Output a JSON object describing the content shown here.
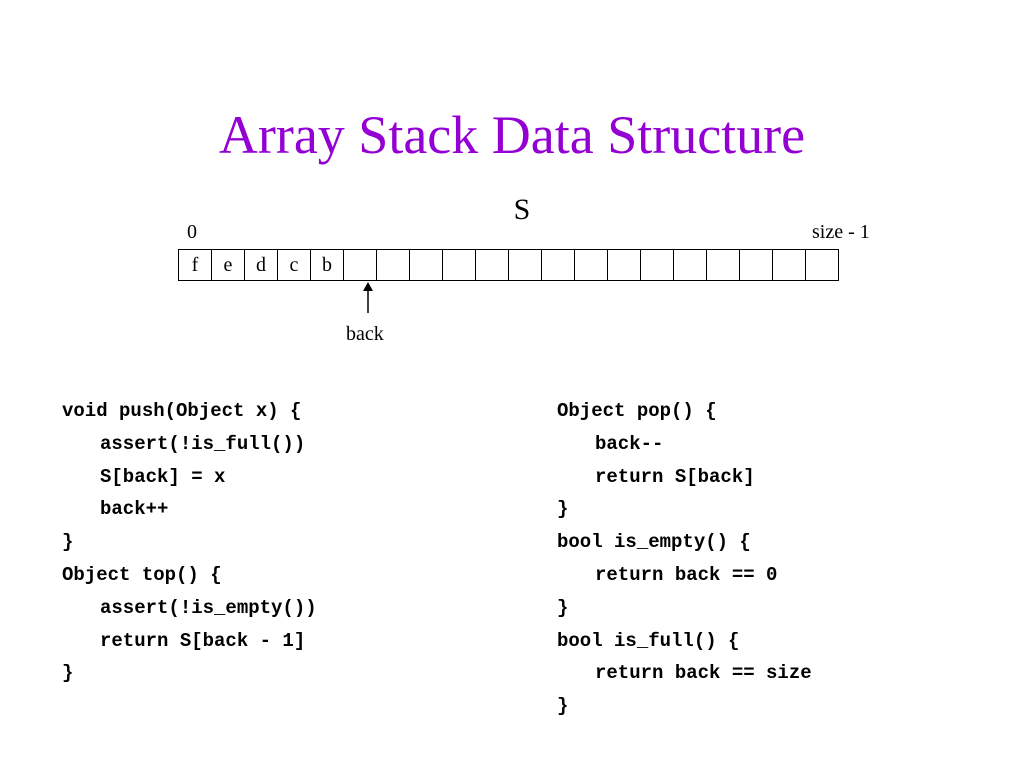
{
  "slide": {
    "title": "Array Stack Data Structure",
    "title_color": "#9400D3"
  },
  "diagram": {
    "array_name": "S",
    "index_start_label": "0",
    "index_end_label": "size - 1",
    "cells": [
      "f",
      "e",
      "d",
      "c",
      "b",
      "",
      "",
      "",
      "",
      "",
      "",
      "",
      "",
      "",
      "",
      "",
      "",
      "",
      "",
      ""
    ],
    "back_label": "back",
    "back_index": 5
  },
  "code": {
    "left": [
      {
        "text": "void push(Object x) {",
        "indent": 0
      },
      {
        "text": "assert(!is_full())",
        "indent": 1
      },
      {
        "text": "S[back] = x",
        "indent": 1
      },
      {
        "text": "back++",
        "indent": 1
      },
      {
        "text": "}",
        "indent": 0
      },
      {
        "text": "Object top() {",
        "indent": 0
      },
      {
        "text": "assert(!is_empty())",
        "indent": 1
      },
      {
        "text": "return S[back - 1]",
        "indent": 1
      },
      {
        "text": "}",
        "indent": 0
      }
    ],
    "right": [
      {
        "text": "Object pop() {",
        "indent": 0
      },
      {
        "text": "back--",
        "indent": 1
      },
      {
        "text": "return S[back]",
        "indent": 1
      },
      {
        "text": "}",
        "indent": 0
      },
      {
        "text": "bool is_empty() {",
        "indent": 0
      },
      {
        "text": "return back == 0",
        "indent": 1
      },
      {
        "text": "}",
        "indent": 0
      },
      {
        "text": "bool is_full() {",
        "indent": 0
      },
      {
        "text": "return back == size",
        "indent": 1
      },
      {
        "text": "}",
        "indent": 0
      }
    ]
  }
}
